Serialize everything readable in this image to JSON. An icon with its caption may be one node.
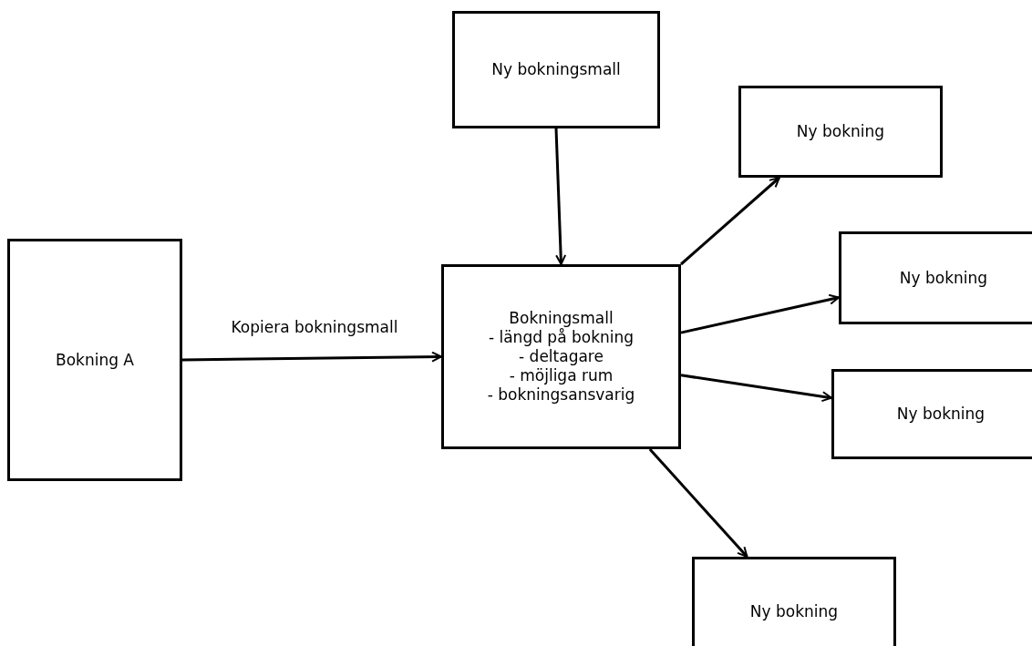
{
  "diagram": {
    "nodes": [
      {
        "text": [
          "Bokning A"
        ]
      },
      {
        "text": [
          "Ny bokningsmall"
        ]
      },
      {
        "text": [
          "Bokningsmall",
          "- längd på bokning",
          "- deltagare",
          "- möjliga rum",
          "- bokningsansvarig"
        ]
      },
      {
        "text": [
          "Ny bokning"
        ]
      },
      {
        "text": [
          "Ny bokning"
        ]
      },
      {
        "text": [
          "Ny bokning"
        ]
      },
      {
        "text": [
          "Ny bokning"
        ]
      }
    ],
    "edges": [
      {
        "from": 0,
        "to": 2,
        "arrow": "to",
        "label": "Kopiera bokningsmall"
      },
      {
        "from": 1,
        "to": 2,
        "arrow": "to"
      },
      {
        "from": 2,
        "to": 3,
        "arrow": "to"
      },
      {
        "from": 2,
        "to": 4,
        "arrow": "to"
      },
      {
        "from": 2,
        "to": 5,
        "arrow": "to"
      },
      {
        "from": 2,
        "to": 6,
        "arrow": "to"
      }
    ]
  }
}
